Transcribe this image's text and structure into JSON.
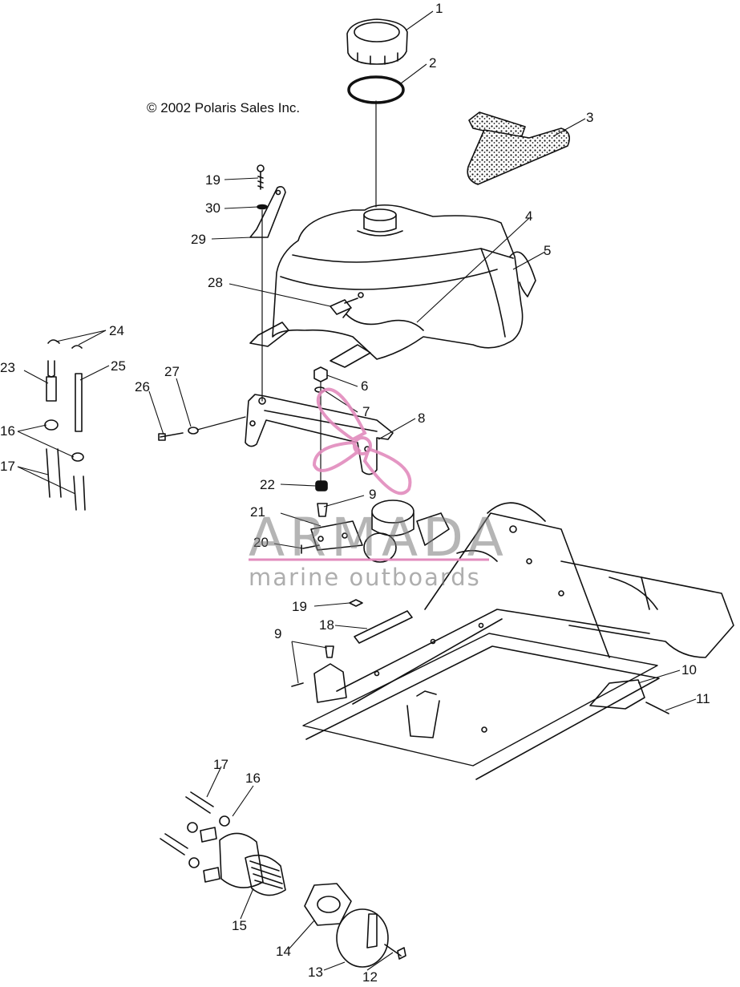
{
  "copyright": "© 2002 Polaris Sales Inc.",
  "watermark": {
    "brand": "ARMADA",
    "tagline": "marine outboards",
    "logo": "propeller-logo",
    "color": "#e28bbd"
  },
  "callouts": {
    "c1": "1",
    "c2": "2",
    "c3": "3",
    "c4": "4",
    "c5": "5",
    "c6": "6",
    "c7": "7",
    "c8": "8",
    "c9a": "9",
    "c9b": "9",
    "c10": "10",
    "c11": "11",
    "c12": "12",
    "c13": "13",
    "c14": "14",
    "c15": "15",
    "c16a": "16",
    "c16b": "16",
    "c17a": "17",
    "c17b": "17",
    "c18": "18",
    "c19a": "19",
    "c19b": "19",
    "c20": "20",
    "c21": "21",
    "c22": "22",
    "c23": "23",
    "c24": "24",
    "c25": "25",
    "c26": "26",
    "c27": "27",
    "c28": "28",
    "c29": "29",
    "c30": "30"
  }
}
